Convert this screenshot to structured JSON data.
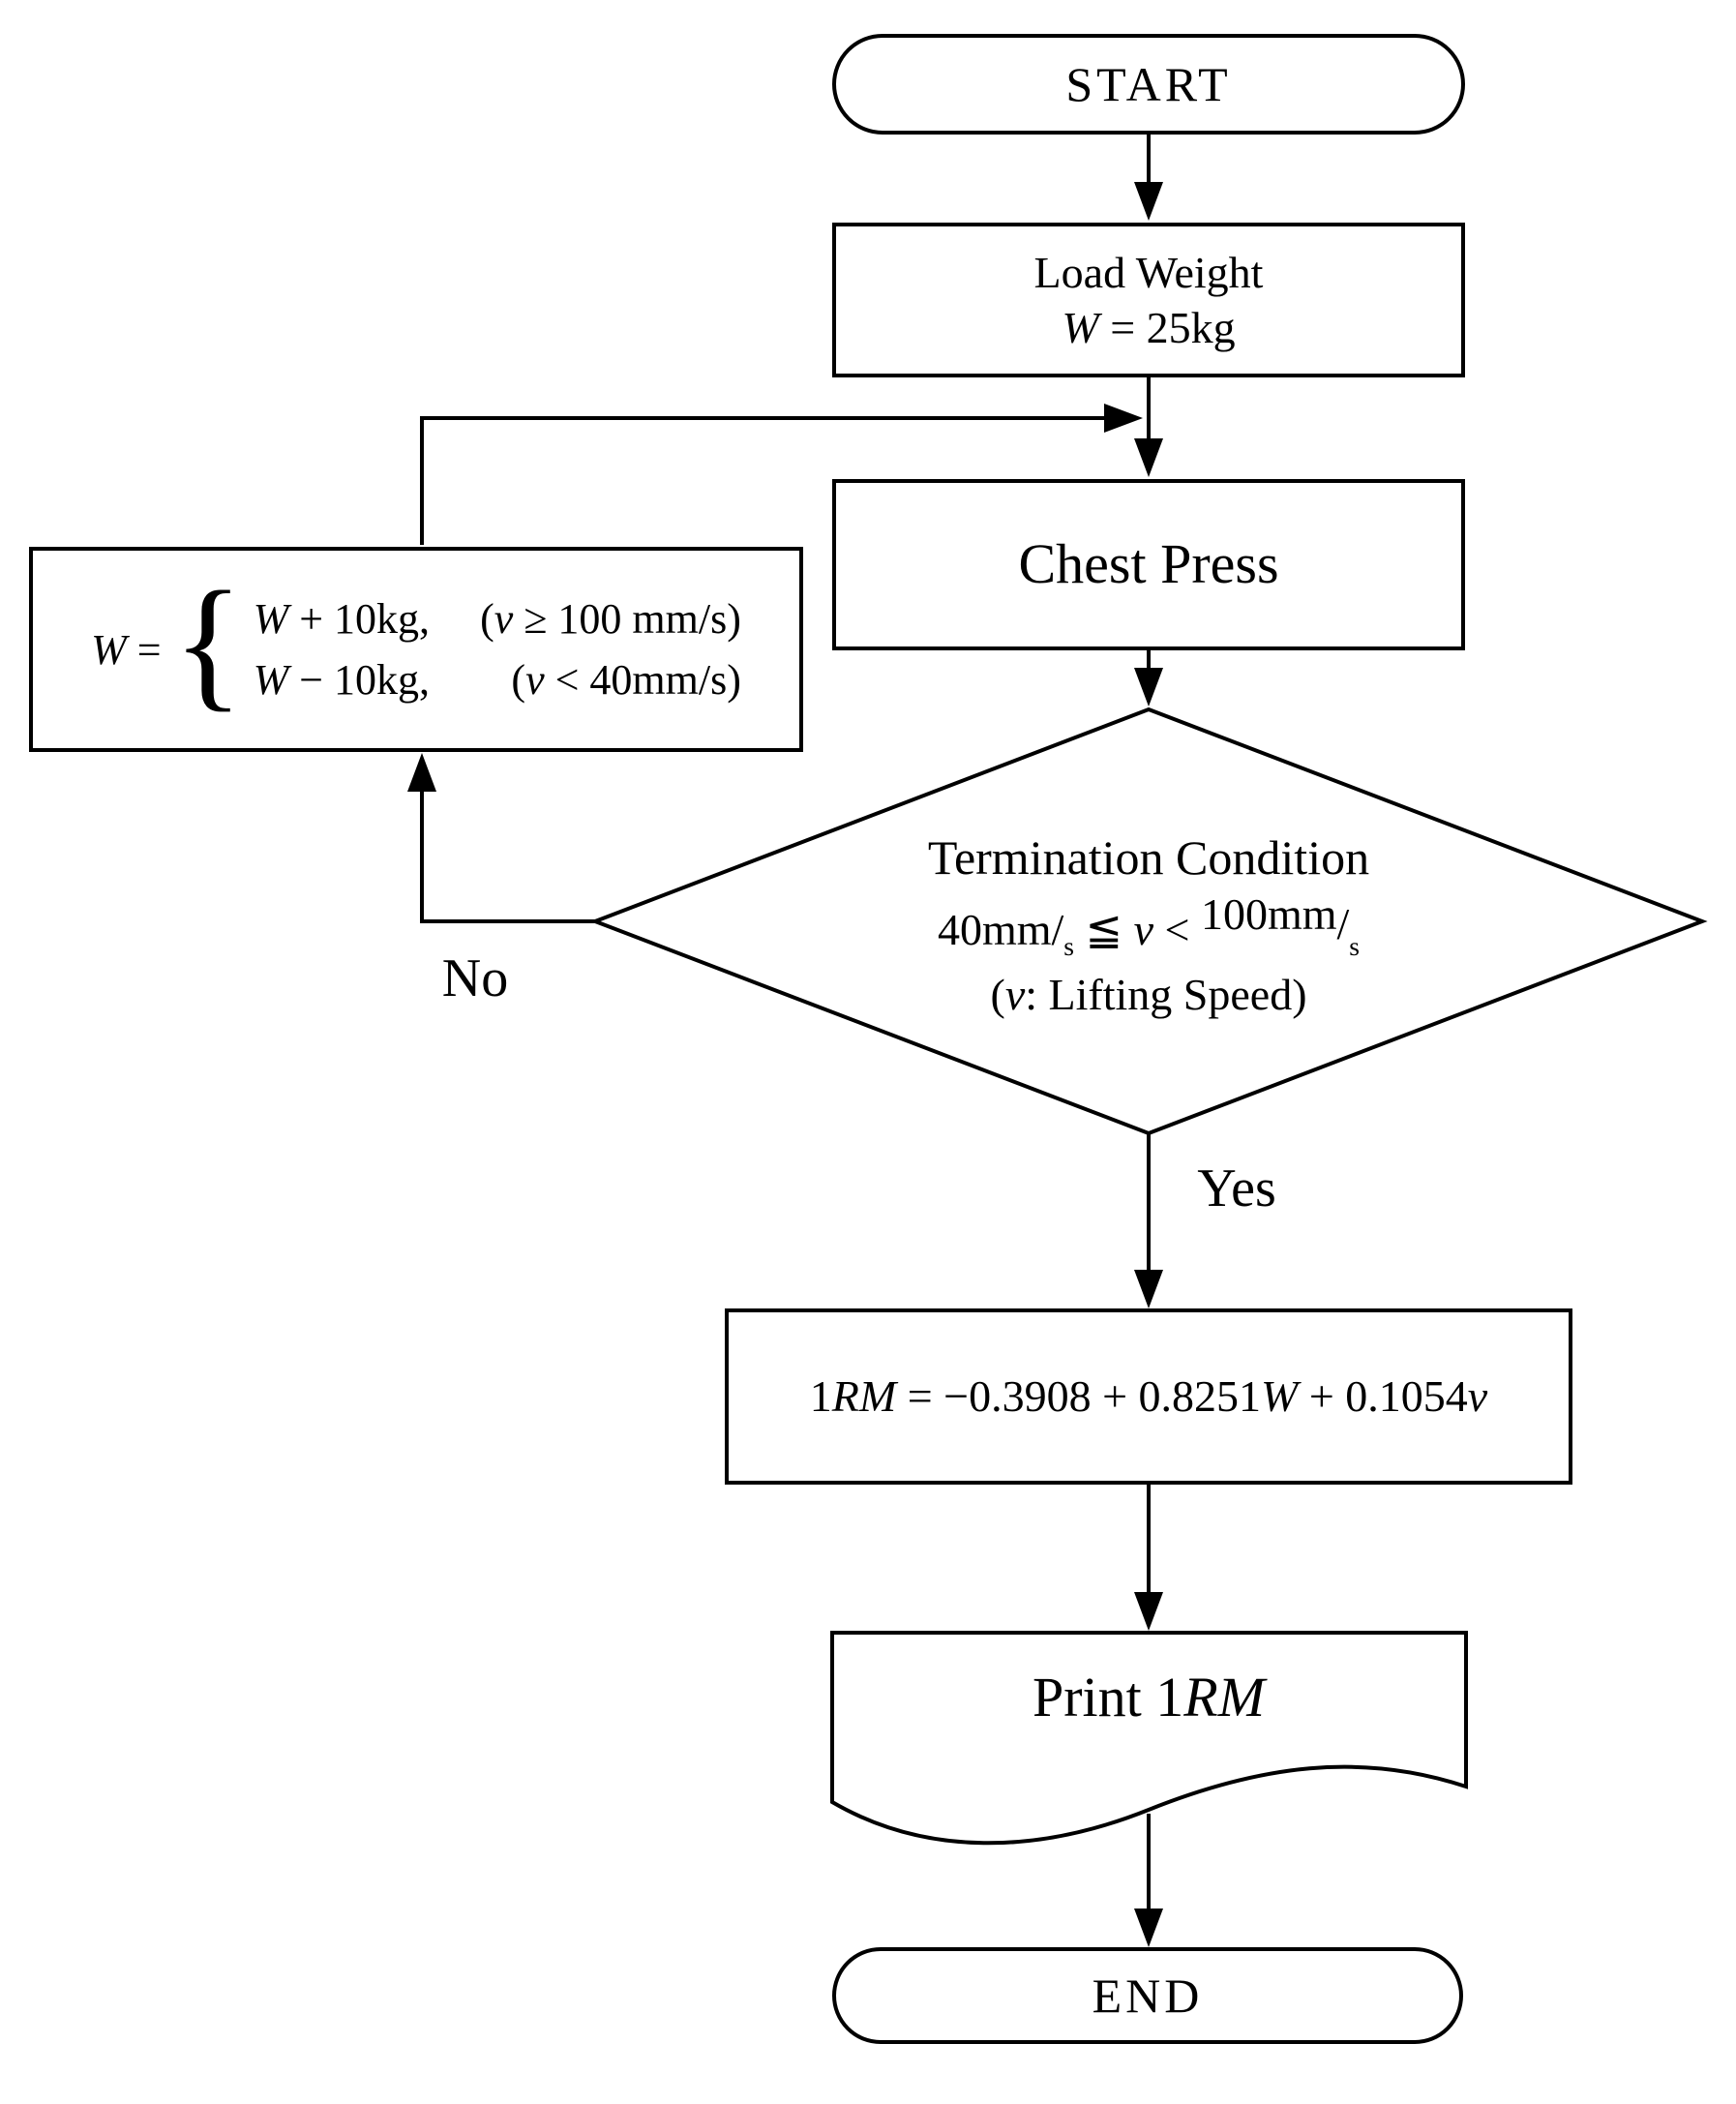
{
  "colors": {
    "ink": "#000000",
    "paper": "#ffffff"
  },
  "nodes": {
    "start": {
      "label": "START"
    },
    "load_weight": {
      "line1": "Load Weight",
      "line2": [
        {
          "t": "W",
          "style": "it"
        },
        {
          "t": " = 25kg"
        }
      ]
    },
    "chest_press": {
      "label": "Chest Press"
    },
    "weight_update": {
      "lhs": [
        {
          "t": "W",
          "style": "it"
        },
        {
          "t": " ="
        }
      ],
      "brace": "{",
      "row1_expr": [
        {
          "t": "W",
          "style": "it"
        },
        {
          "t": " + 10kg,"
        }
      ],
      "row1_cond": [
        {
          "t": "("
        },
        {
          "t": "v",
          "style": "it"
        },
        {
          "t": " ≥ 100 mm/s)"
        }
      ],
      "row2_expr": [
        {
          "t": "W",
          "style": "it"
        },
        {
          "t": " − 10kg,"
        }
      ],
      "row2_cond": [
        {
          "t": "("
        },
        {
          "t": "v",
          "style": "it"
        },
        {
          "t": " < 40mm/s)"
        }
      ]
    },
    "decision": {
      "line1": "Termination Condition",
      "line2": [
        {
          "t": "40mm"
        },
        {
          "t": "/"
        },
        {
          "t": "s",
          "style": "sub"
        },
        {
          "t": " ≦ "
        },
        {
          "t": "v",
          "style": "it"
        },
        {
          "t": " < "
        },
        {
          "t": "100mm",
          "style": "raise"
        },
        {
          "t": "/",
          "style": "slash"
        },
        {
          "t": "s",
          "style": "sub"
        }
      ],
      "line3": [
        {
          "t": "("
        },
        {
          "t": "v",
          "style": "it"
        },
        {
          "t": ": Lifting Speed)"
        }
      ]
    },
    "formula": {
      "line": [
        {
          "t": "1"
        },
        {
          "t": "RM",
          "style": "it"
        },
        {
          "t": " = −0.3908 + 0.8251"
        },
        {
          "t": "W",
          "style": "it"
        },
        {
          "t": " + 0.1054"
        },
        {
          "t": "v",
          "style": "it"
        }
      ]
    },
    "print_output": {
      "line": [
        {
          "t": "Print 1"
        },
        {
          "t": "RM",
          "style": "it"
        }
      ]
    },
    "end": {
      "label": "END"
    }
  },
  "edges": {
    "no_label": "No",
    "yes_label": "Yes"
  }
}
